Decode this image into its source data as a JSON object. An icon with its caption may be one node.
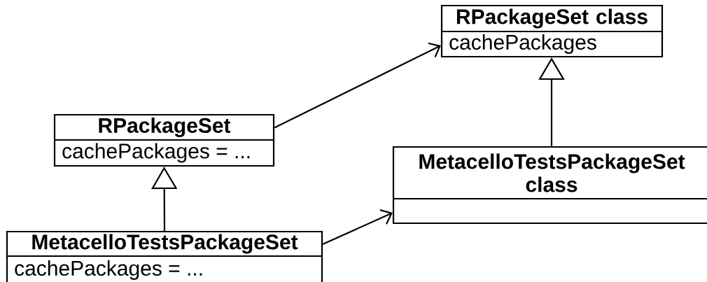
{
  "diagram": {
    "nodes": [
      {
        "text": [
          "RPackageSet class",
          "cachePackages"
        ]
      },
      {
        "text": [
          "RPackageSet",
          "cachePackages = ..."
        ]
      },
      {
        "text": [
          "MetacelloTestsPackageSet class"
        ]
      },
      {
        "text": [
          "MetacelloTestsPackageSet",
          "cachePackages = ..."
        ]
      }
    ],
    "edges": [
      {
        "from": 1,
        "to": 0,
        "arrow": "to"
      },
      {
        "from": 3,
        "to": 1,
        "arrow": "to"
      },
      {
        "from": 2,
        "to": 0,
        "arrow": "to"
      },
      {
        "from": 3,
        "to": 2,
        "arrow": "to"
      }
    ]
  }
}
